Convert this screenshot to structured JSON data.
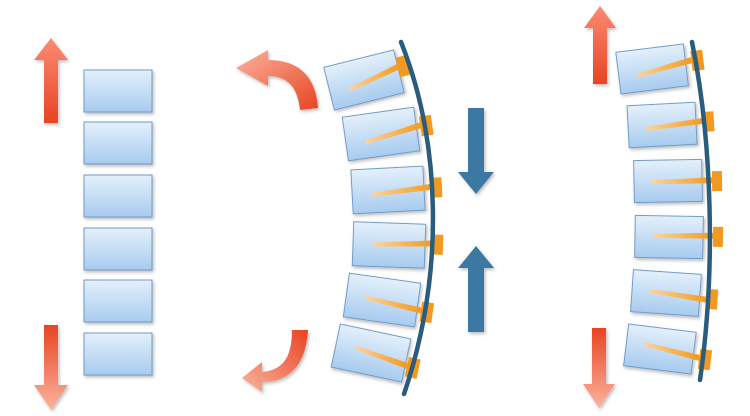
{
  "colors": {
    "background": "#ffffff",
    "block_fill_top": "#d6e7f7",
    "block_fill_bottom": "#a9ccf0",
    "block_stroke": "#6f9ac8",
    "rod": "#f7a531",
    "rod_tip": "#f29a20",
    "spine_curve": "#2a5c7e",
    "compression_arrow": "#3b79a2",
    "distraction_arrow_top": "#f0553a",
    "distraction_arrow_bottom": "#fbb39e"
  },
  "panels": [
    {
      "id": "left",
      "description_icons": [
        "arrow-up-icon",
        "arrow-down-icon"
      ],
      "block_count": 6
    },
    {
      "id": "middle",
      "description_icons": [
        "curved-arrow-top-left-icon",
        "curved-arrow-bottom-left-icon",
        "arrow-down-icon",
        "arrow-up-icon"
      ],
      "block_count": 6
    },
    {
      "id": "right",
      "description_icons": [
        "arrow-up-icon",
        "arrow-down-icon"
      ],
      "block_count": 6
    }
  ]
}
